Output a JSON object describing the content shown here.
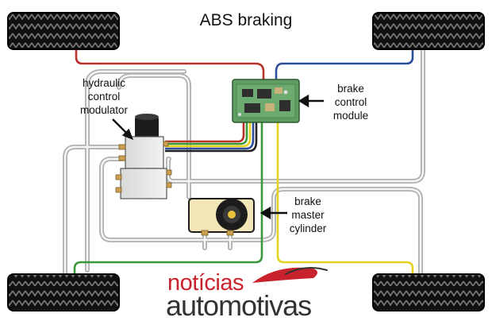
{
  "title": "ABS braking",
  "labels": {
    "hydraulic_control_modulator": [
      "hydraulic",
      "control",
      "modulator"
    ],
    "brake_control_module": [
      "brake",
      "control",
      "module"
    ],
    "brake_master_cylinder": [
      "brake",
      "master",
      "cylinder"
    ]
  },
  "watermark": {
    "line1": "notícias",
    "line2": "automotivas"
  },
  "colors": {
    "wire_red": "#b8322a",
    "wire_blue": "#2c4f9a",
    "wire_yellow": "#e6d21e",
    "wire_green": "#3a9a3a",
    "brake_line": "#c8c8c8",
    "module_green": "#5f9d63",
    "cylinder_cream": "#f2e6b8",
    "brand_red": "#c8232c"
  }
}
